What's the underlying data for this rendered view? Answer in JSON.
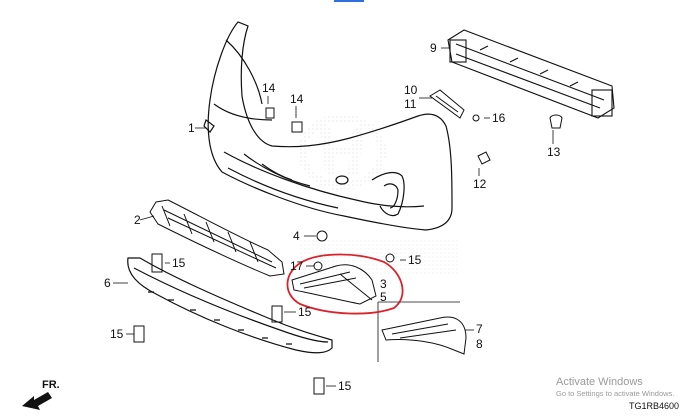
{
  "diagram": {
    "callouts": [
      "1",
      "2",
      "3",
      "4",
      "5",
      "6",
      "7",
      "8",
      "9",
      "10",
      "11",
      "12",
      "13",
      "14",
      "15",
      "16",
      "17"
    ],
    "labels": {
      "c1": "1",
      "c2": "2",
      "c3": "3",
      "c4": "4",
      "c5": "5",
      "c6": "6",
      "c7": "7",
      "c8": "8",
      "c9": "9",
      "c10": "10",
      "c11": "11",
      "c12": "12",
      "c13": "13",
      "c14": "14",
      "c15": "15",
      "c16": "16",
      "c17": "17"
    },
    "front_arrow_label": "FR.",
    "diagram_code": "TG1RB4600",
    "highlight_color": "#d8232a"
  },
  "watermark": {
    "title": "Activate Windows",
    "subtitle": "Go to Settings to activate Windows."
  }
}
